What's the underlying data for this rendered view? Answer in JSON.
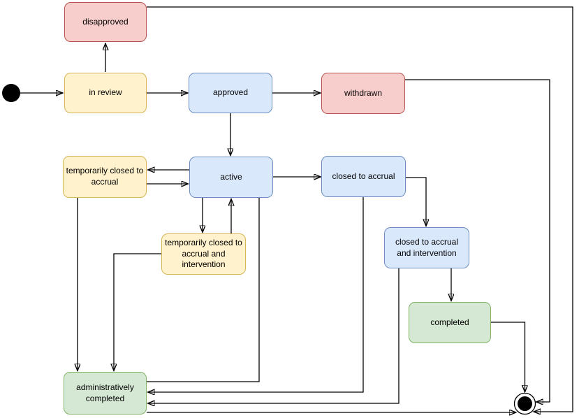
{
  "palette": {
    "yellow": {
      "fill": "#FFF2CC",
      "stroke": "#D6B656"
    },
    "blue": {
      "fill": "#DAE8FC",
      "stroke": "#6C8EBF"
    },
    "red": {
      "fill": "#F8CECC",
      "stroke": "#B85450"
    },
    "green": {
      "fill": "#D5E8D4",
      "stroke": "#82B366"
    },
    "edge": "#000000",
    "text": "#000000"
  },
  "nodes": {
    "disapproved": {
      "label": "disapproved",
      "color": "red"
    },
    "in_review": {
      "label": "in review",
      "color": "yellow"
    },
    "approved": {
      "label": "approved",
      "color": "blue"
    },
    "withdrawn": {
      "label": "withdrawn",
      "color": "red"
    },
    "temp_closed_accrual": {
      "label": "temporarily closed to\naccrual",
      "color": "yellow"
    },
    "active": {
      "label": "active",
      "color": "blue"
    },
    "closed_accrual": {
      "label": "closed to accrual",
      "color": "blue"
    },
    "temp_closed_accrual_intervention": {
      "label": "temporarily closed to\naccrual and\nintervention",
      "color": "yellow"
    },
    "closed_accrual_intervention": {
      "label": "closed to accrual\nand intervention",
      "color": "blue"
    },
    "completed": {
      "label": "completed",
      "color": "green"
    },
    "admin_completed": {
      "label": "administratively\ncompleted",
      "color": "green"
    }
  },
  "edges": [
    {
      "from": "start",
      "to": "in review"
    },
    {
      "from": "in review",
      "to": "disapproved"
    },
    {
      "from": "in review",
      "to": "approved"
    },
    {
      "from": "approved",
      "to": "withdrawn"
    },
    {
      "from": "approved",
      "to": "active"
    },
    {
      "from": "disapproved",
      "to": "end"
    },
    {
      "from": "withdrawn",
      "to": "end"
    },
    {
      "from": "active",
      "to": "temporarily closed to accrual"
    },
    {
      "from": "temporarily closed to accrual",
      "to": "active"
    },
    {
      "from": "active",
      "to": "closed to accrual"
    },
    {
      "from": "active",
      "to": "temporarily closed to accrual and intervention"
    },
    {
      "from": "temporarily closed to accrual and intervention",
      "to": "active"
    },
    {
      "from": "active",
      "to": "administratively completed"
    },
    {
      "from": "temporarily closed to accrual",
      "to": "administratively completed"
    },
    {
      "from": "temporarily closed to accrual and intervention",
      "to": "administratively completed"
    },
    {
      "from": "closed to accrual",
      "to": "closed to accrual and intervention"
    },
    {
      "from": "closed to accrual",
      "to": "administratively completed"
    },
    {
      "from": "closed to accrual and intervention",
      "to": "completed"
    },
    {
      "from": "closed to accrual and intervention",
      "to": "administratively completed"
    },
    {
      "from": "completed",
      "to": "end"
    },
    {
      "from": "administratively completed",
      "to": "end"
    }
  ]
}
